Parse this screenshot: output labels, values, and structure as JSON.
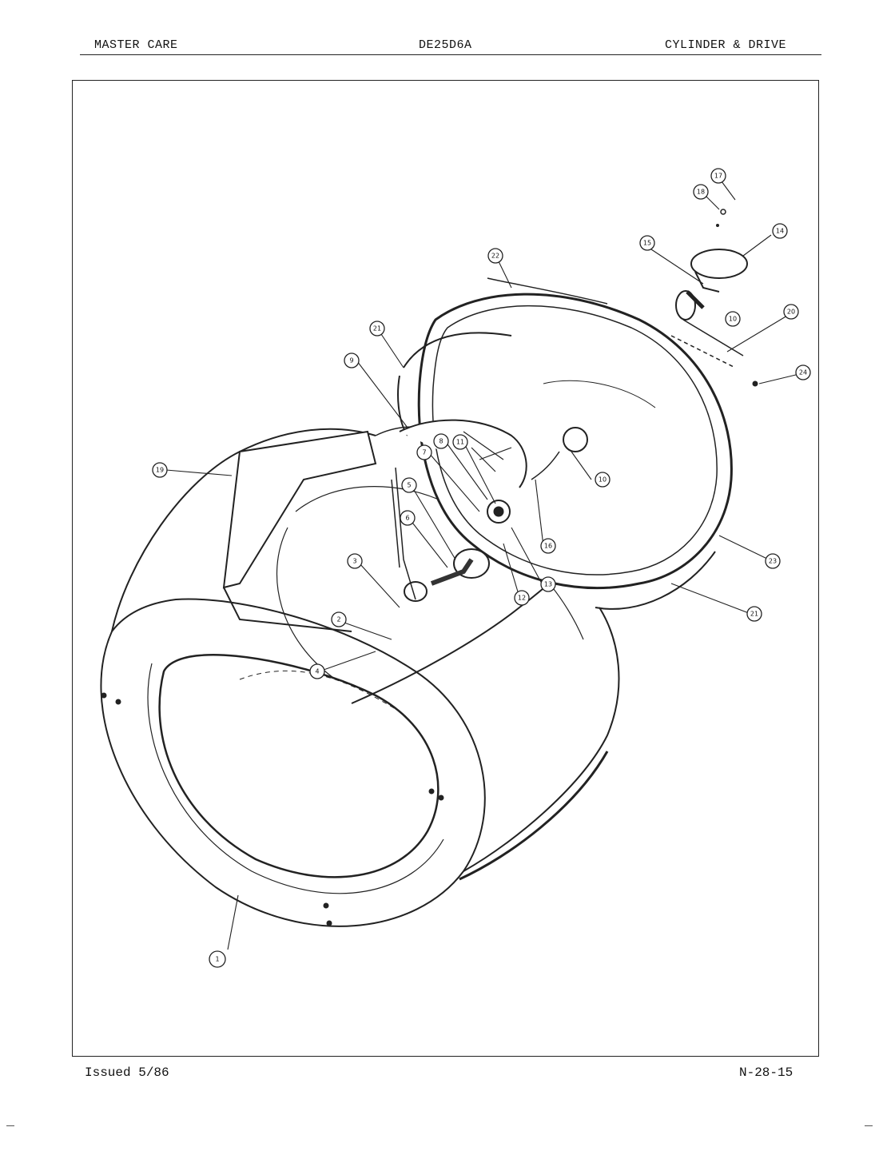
{
  "header": {
    "left": "MASTER CARE",
    "center": "DE25D6A",
    "right": "CYLINDER & DRIVE"
  },
  "footer": {
    "left": "Issued 5/86",
    "right": "N-28-15"
  },
  "callouts": [
    {
      "id": "c1",
      "label": "1"
    },
    {
      "id": "c2",
      "label": "2"
    },
    {
      "id": "c3",
      "label": "3"
    },
    {
      "id": "c4",
      "label": "4"
    },
    {
      "id": "c5",
      "label": "5"
    },
    {
      "id": "c6",
      "label": "6"
    },
    {
      "id": "c7",
      "label": "7"
    },
    {
      "id": "c8",
      "label": "8"
    },
    {
      "id": "c9",
      "label": "9"
    },
    {
      "id": "c10",
      "label": "10"
    },
    {
      "id": "c11",
      "label": "11"
    },
    {
      "id": "c12",
      "label": "12"
    },
    {
      "id": "c13",
      "label": "13"
    },
    {
      "id": "c14",
      "label": "14"
    },
    {
      "id": "c15",
      "label": "15"
    },
    {
      "id": "c16",
      "label": "16"
    },
    {
      "id": "c17",
      "label": "17"
    },
    {
      "id": "c18",
      "label": "18"
    },
    {
      "id": "c19",
      "label": "19"
    },
    {
      "id": "c20",
      "label": "20"
    },
    {
      "id": "c21",
      "label": "21"
    },
    {
      "id": "c22",
      "label": "22"
    },
    {
      "id": "c23",
      "label": "23"
    },
    {
      "id": "c24",
      "label": "24"
    }
  ],
  "colors": {
    "ink": "#222222",
    "paper": "#ffffff"
  }
}
